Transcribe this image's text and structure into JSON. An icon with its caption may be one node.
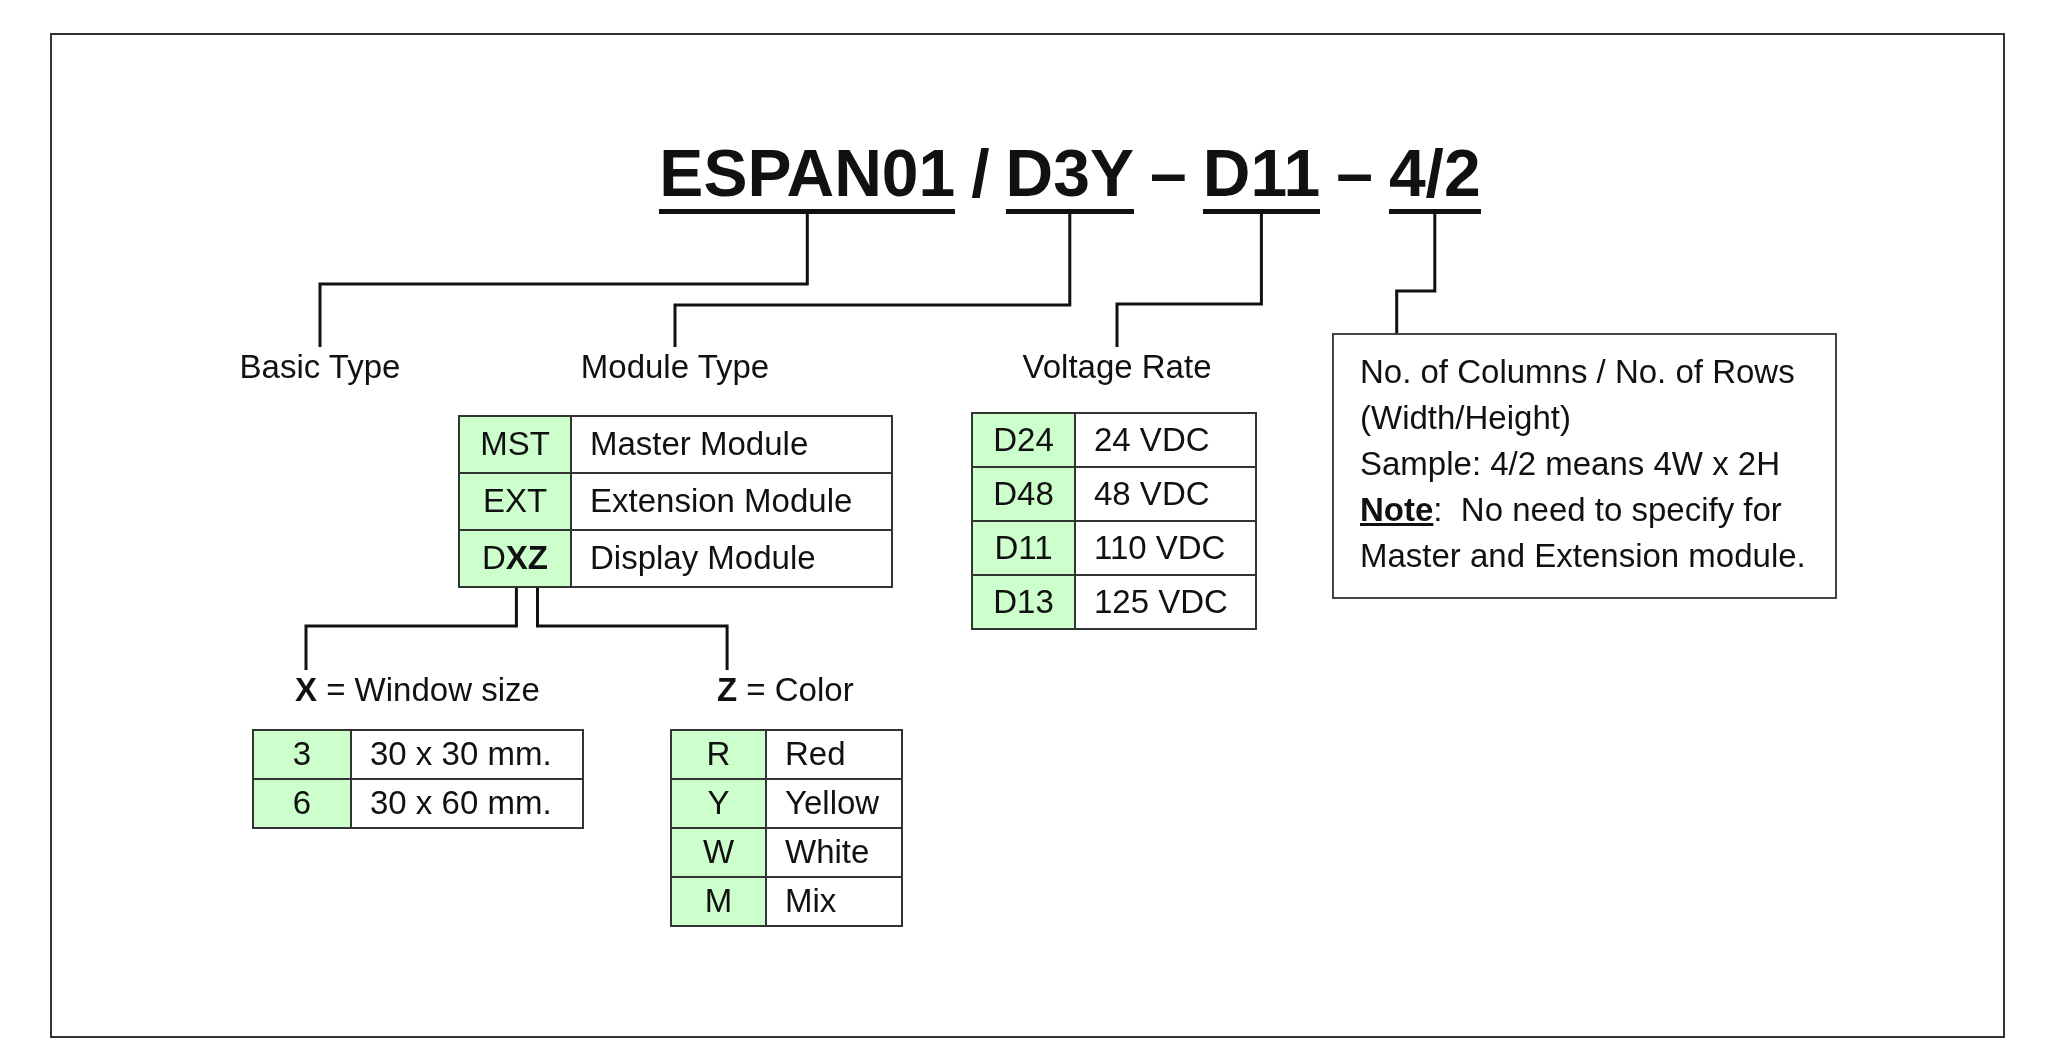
{
  "diagram": {
    "nodes": [
      {
        "text": [
          "ESPAN01"
        ]
      },
      {
        "text": [
          "D3Y"
        ]
      },
      {
        "text": [
          "D11"
        ]
      },
      {
        "text": [
          "4/2"
        ]
      },
      {
        "text": [
          "Basic Type"
        ]
      },
      {
        "text": [
          "Module Type"
        ]
      },
      {
        "text": [
          "Voltage Rate"
        ]
      },
      {
        "text": [
          "No. of Columns / No. of Rows (Width/Height)",
          "Sample: 4/2 means 4W x 2H",
          "**Note**:  No need to specify for Master and Extension module."
        ]
      },
      {
        "text": [
          "D**XZ**"
        ]
      },
      {
        "text": [
          "**X** = Window size"
        ]
      },
      {
        "text": [
          "**Z** = Color"
        ]
      }
    ],
    "edges": [
      {
        "from": 0,
        "to": 4,
        "arrow": "none"
      },
      {
        "from": 1,
        "to": 5,
        "arrow": "none"
      },
      {
        "from": 2,
        "to": 6,
        "arrow": "none"
      },
      {
        "from": 3,
        "to": 7,
        "arrow": "none"
      },
      {
        "from": 8,
        "to": 9,
        "arrow": "none"
      },
      {
        "from": 8,
        "to": 10,
        "arrow": "none"
      }
    ],
    "labels": [
      "/",
      "–",
      "–",
      "MST",
      "Master Module",
      "EXT",
      "Extension Module",
      "Display Module",
      "D24",
      "24 VDC",
      "D48",
      "48 VDC",
      "D11",
      "110 VDC",
      "D13",
      "125 VDC",
      "3",
      "30 x 30 mm.",
      "6",
      "30 x 60 mm.",
      "R",
      "Red",
      "Y",
      "Yellow",
      "W",
      "White",
      "M",
      "Mix"
    ]
  }
}
